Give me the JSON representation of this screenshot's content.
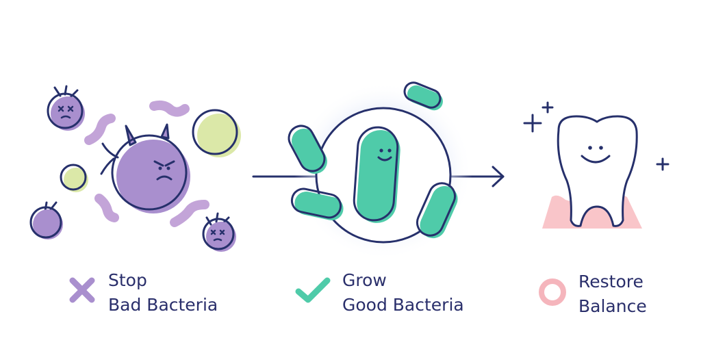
{
  "steps": [
    {
      "line1": "Stop",
      "line2": "Bad Bacteria",
      "marker_icon": "cross-icon",
      "marker_color": "#a98fce"
    },
    {
      "line1": "Grow",
      "line2": "Good Bacteria",
      "marker_icon": "check-icon",
      "marker_color": "#4fcba9"
    },
    {
      "line1": "Restore",
      "line2": "Balance",
      "marker_icon": "ring-icon",
      "marker_color": "#f5b5bc"
    }
  ],
  "colors": {
    "outline": "#26306b",
    "bad_purple": "#a98fce",
    "bad_pink_purple": "#c3a4d8",
    "lime": "#dbe8a8",
    "good_green": "#4fcba9",
    "gum_pink": "#f9c5c9",
    "glow_blue": "#dde5f7"
  }
}
